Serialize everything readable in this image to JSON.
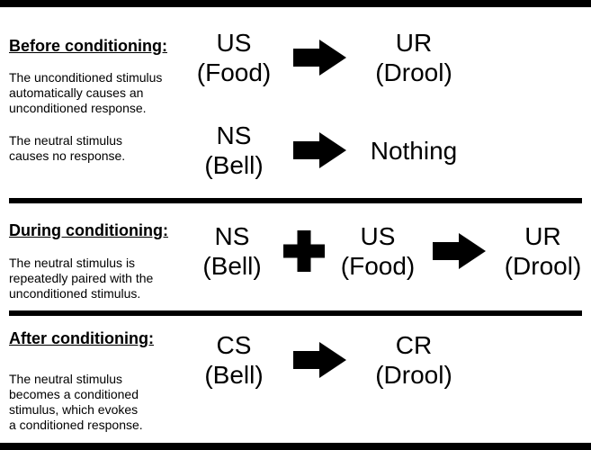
{
  "colors": {
    "foreground": "#000000",
    "background": "#ffffff"
  },
  "icons": {
    "arrow": "solid-right-arrow",
    "plus": "bold-plus-sign"
  },
  "sections": [
    {
      "heading": "Before conditioning:",
      "para1": [
        "The unconditioned stimulus",
        "automatically causes an",
        "unconditioned response."
      ],
      "para2": [
        "The neutral stimulus",
        "causes no response."
      ],
      "row1": {
        "stimulus_abbr": "US",
        "stimulus_name": "(Food)",
        "response_abbr": "UR",
        "response_name": "(Drool)"
      },
      "row2": {
        "stimulus_abbr": "NS",
        "stimulus_name": "(Bell)",
        "response_label": "Nothing"
      }
    },
    {
      "heading": "During conditioning:",
      "para1": [
        "The neutral stimulus is",
        "repeatedly paired with the",
        "unconditioned stimulus."
      ],
      "row": {
        "stimulus1_abbr": "NS",
        "stimulus1_name": "(Bell)",
        "stimulus2_abbr": "US",
        "stimulus2_name": "(Food)",
        "response_abbr": "UR",
        "response_name": "(Drool)"
      }
    },
    {
      "heading": "After conditioning:",
      "para1": [
        "The neutral stimulus",
        "becomes a conditioned",
        "stimulus, which evokes",
        "a conditioned response."
      ],
      "row": {
        "stimulus_abbr": "CS",
        "stimulus_name": "(Bell)",
        "response_abbr": "CR",
        "response_name": "(Drool)"
      }
    }
  ]
}
